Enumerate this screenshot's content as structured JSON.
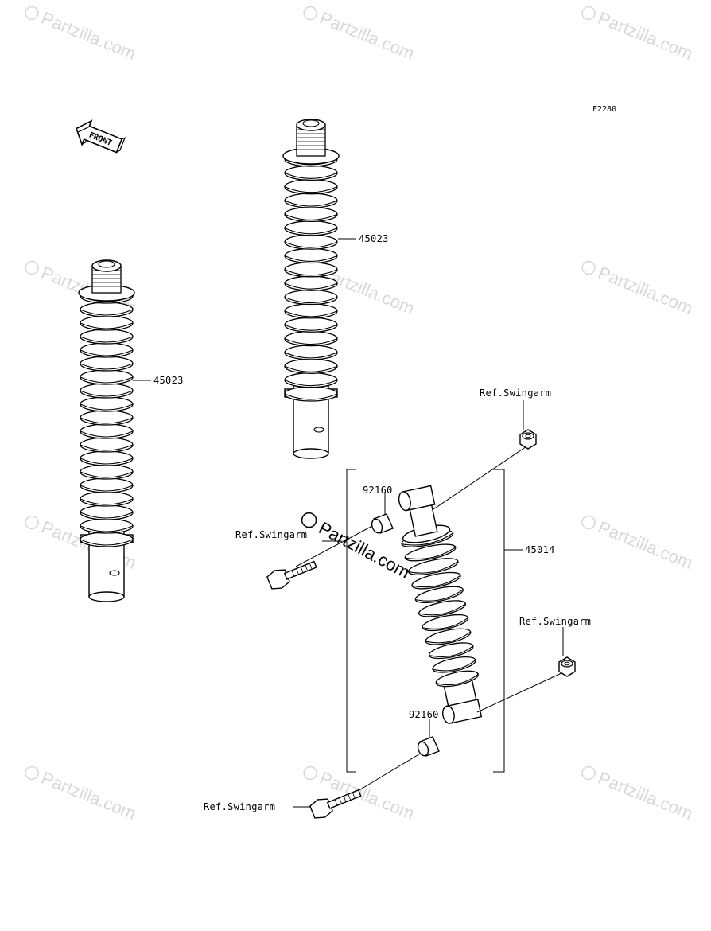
{
  "diagram": {
    "code": "F2280",
    "front_label": "FRONT",
    "labels": {
      "shock_a": "45023",
      "shock_b": "45023",
      "shock_assy": "45014",
      "bushing_top": "92160",
      "bushing_bottom": "92160",
      "ref_top_right": "Ref.Swingarm",
      "ref_left_bolt": "Ref.Swingarm",
      "ref_right_nut": "Ref.Swingarm",
      "ref_bottom_bolt": "Ref.Swingarm"
    }
  },
  "watermarks": {
    "tile_text": "Partzilla.com",
    "center_text": "Partzilla.com"
  },
  "colors": {
    "line": "#000000",
    "watermark": "#d8d8d8",
    "background": "#ffffff"
  }
}
